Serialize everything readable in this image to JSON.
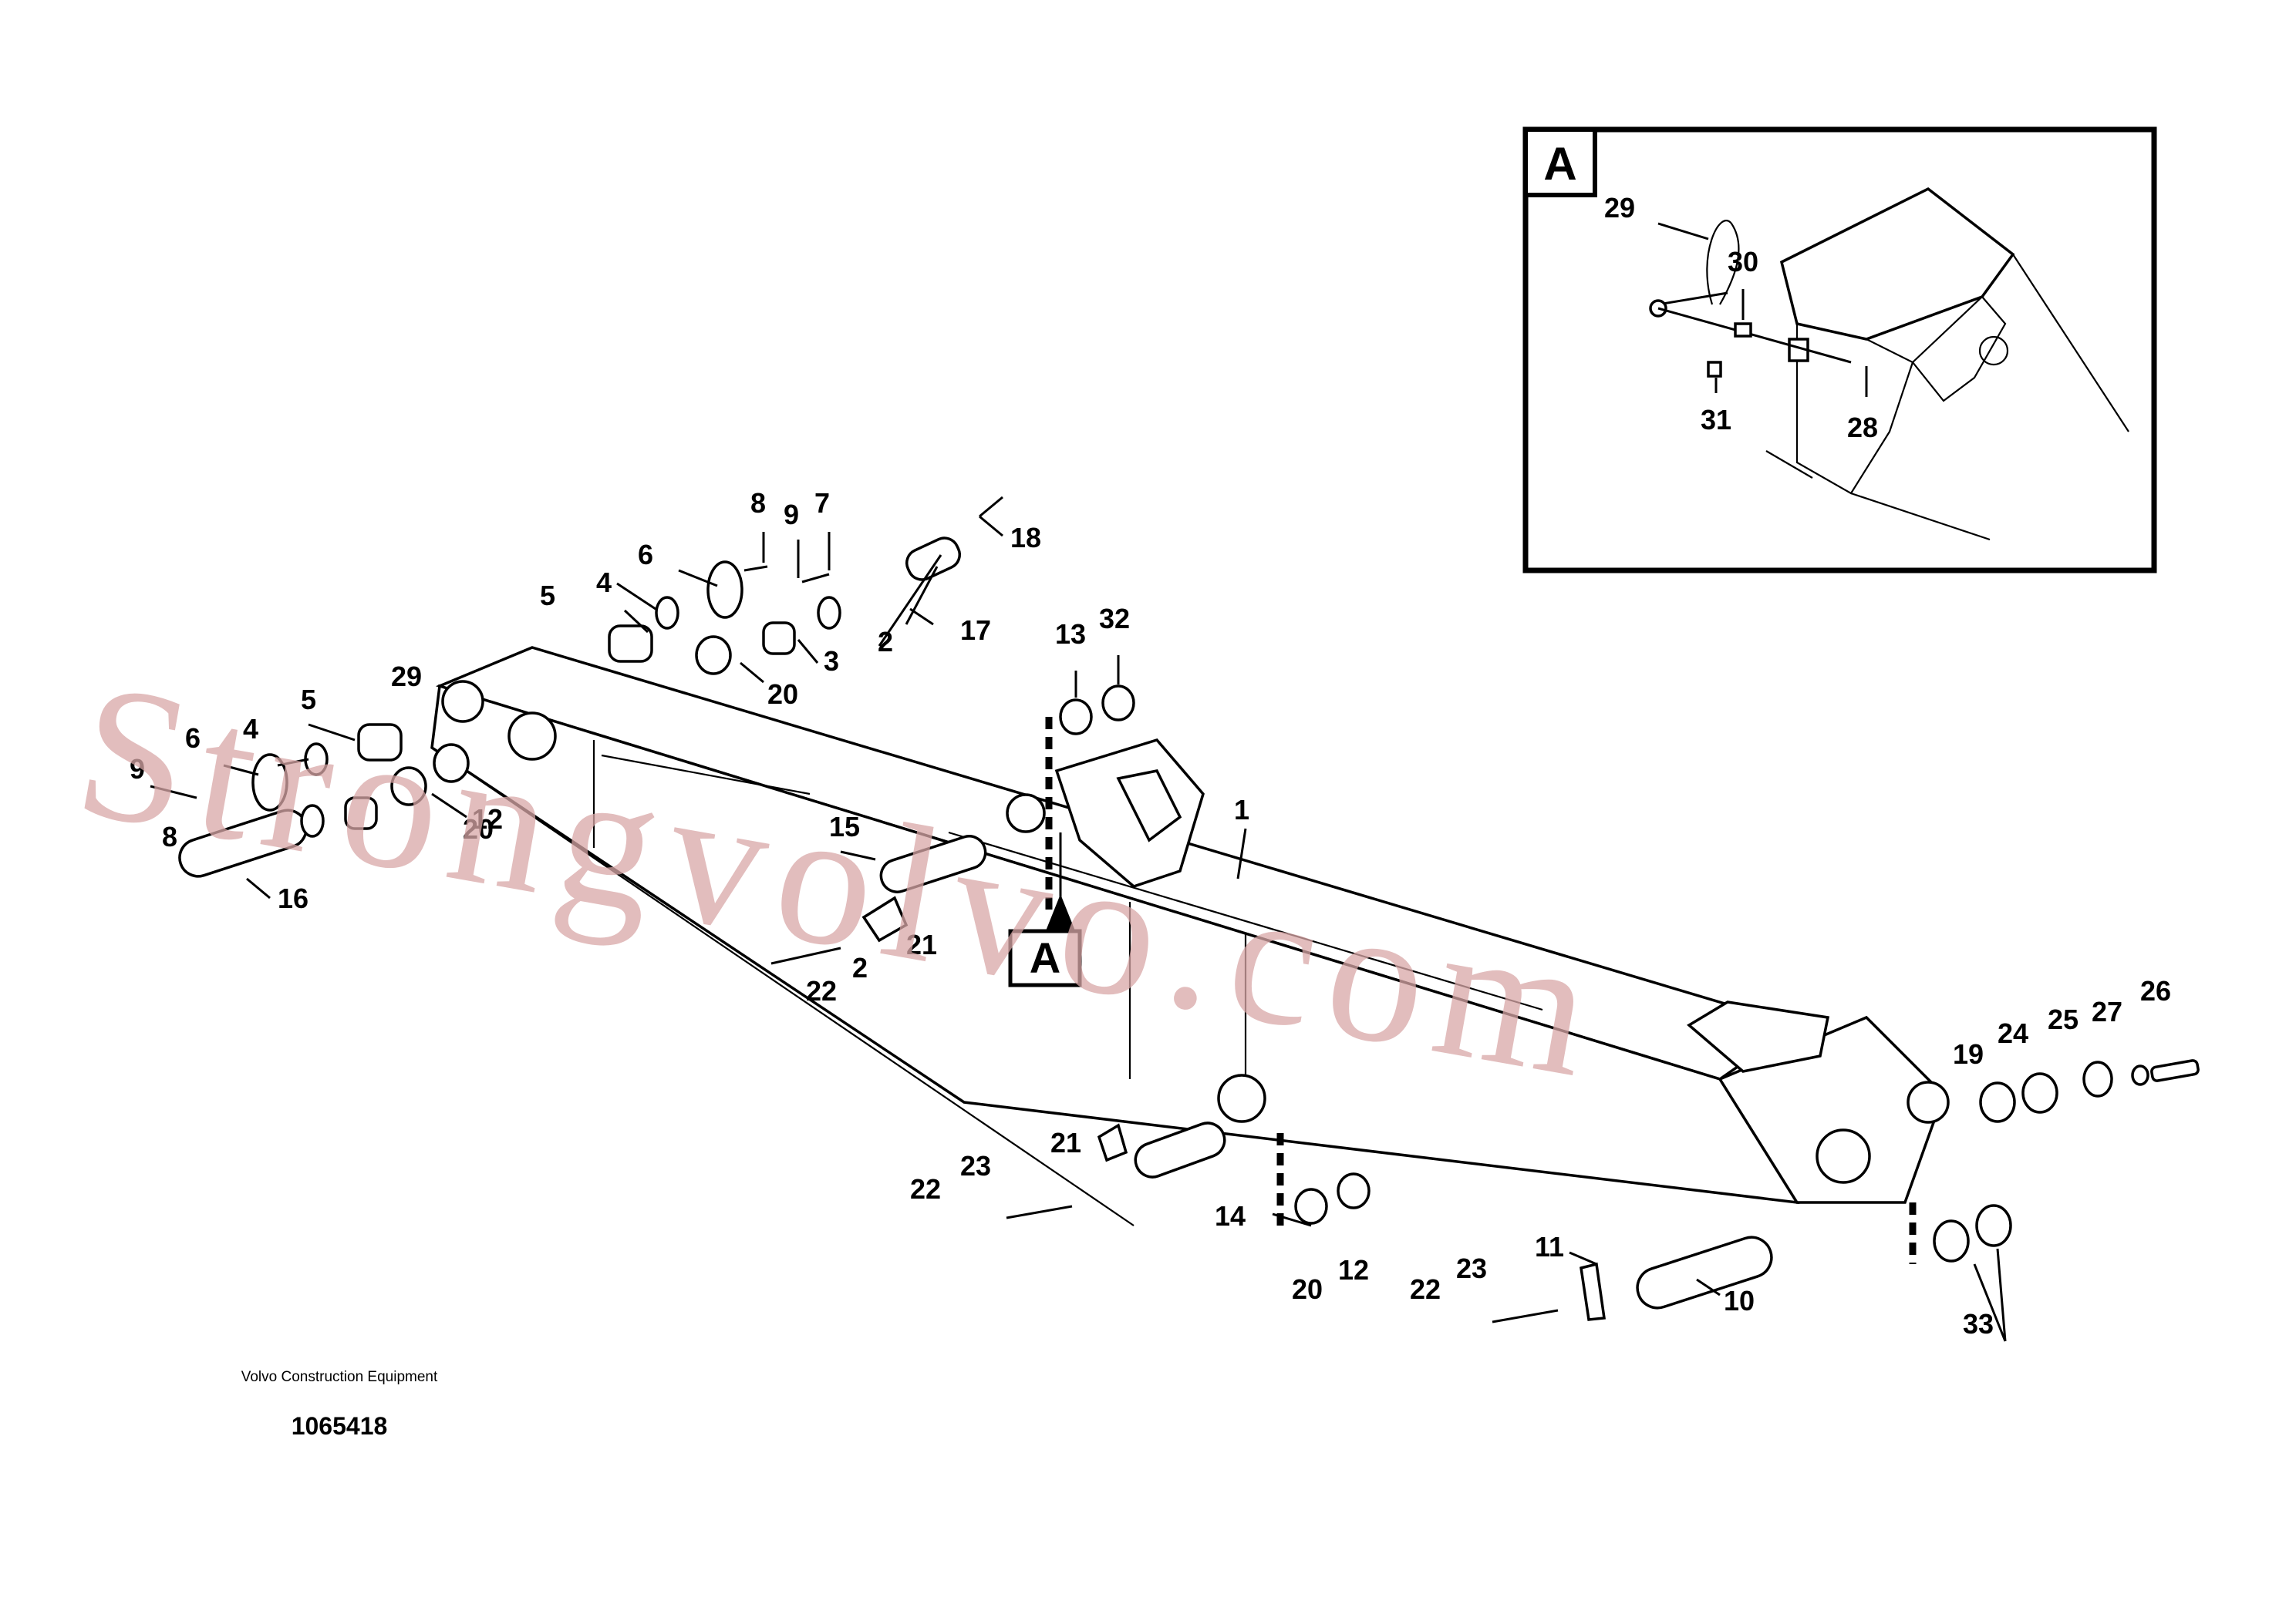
{
  "callouts": {
    "c1": "1",
    "c2a": "2",
    "c2b": "2",
    "c3": "3",
    "c4a": "4",
    "c4b": "4",
    "c5a": "5",
    "c5b": "5",
    "c6a": "6",
    "c6b": "6",
    "c7": "7",
    "c8a": "8",
    "c8b": "8",
    "c9a": "9",
    "c9b": "9",
    "c10": "10",
    "c11": "11",
    "c12a": "12",
    "c12b": "12",
    "c13": "13",
    "c14": "14",
    "c15": "15",
    "c16": "16",
    "c17": "17",
    "c18": "18",
    "c19": "19",
    "c20a": "20",
    "c20b": "20",
    "c20c": "20",
    "c21a": "21",
    "c21b": "21",
    "c22a": "22",
    "c22b": "22",
    "c22c": "22",
    "c23a": "23",
    "c23b": "23",
    "c24": "24",
    "c25": "25",
    "c26": "26",
    "c27": "27",
    "c29": "29",
    "c32": "32",
    "c33": "33"
  },
  "detail_view": {
    "label": "A",
    "callouts": {
      "c28": "28",
      "c29": "29",
      "c30": "30",
      "c31": "31"
    }
  },
  "view_marker_label": "A",
  "watermark": "Strongvolvo.com",
  "footer": {
    "manufacturer": "Volvo Construction Equipment",
    "document_number": "1065418"
  }
}
